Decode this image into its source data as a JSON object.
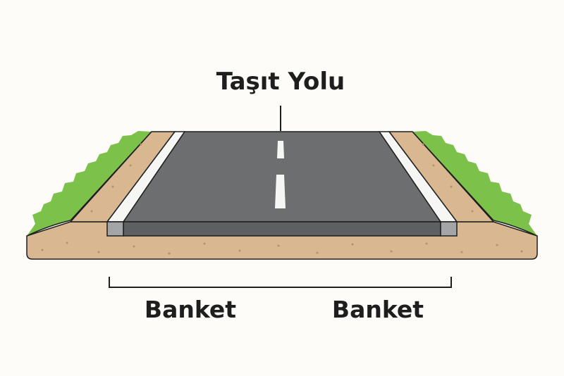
{
  "title": "Taşıt Yolu",
  "labels": {
    "left": "Banket",
    "right": "Banket"
  },
  "colors": {
    "background": "#fdfcf9",
    "soil": "#d9b790",
    "grass": "#7cc24a",
    "asphalt": "#6d6e70",
    "asphalt_side": "#5e5f61",
    "edge_line": "#f6f6f4",
    "outline": "#1e1e1e"
  }
}
